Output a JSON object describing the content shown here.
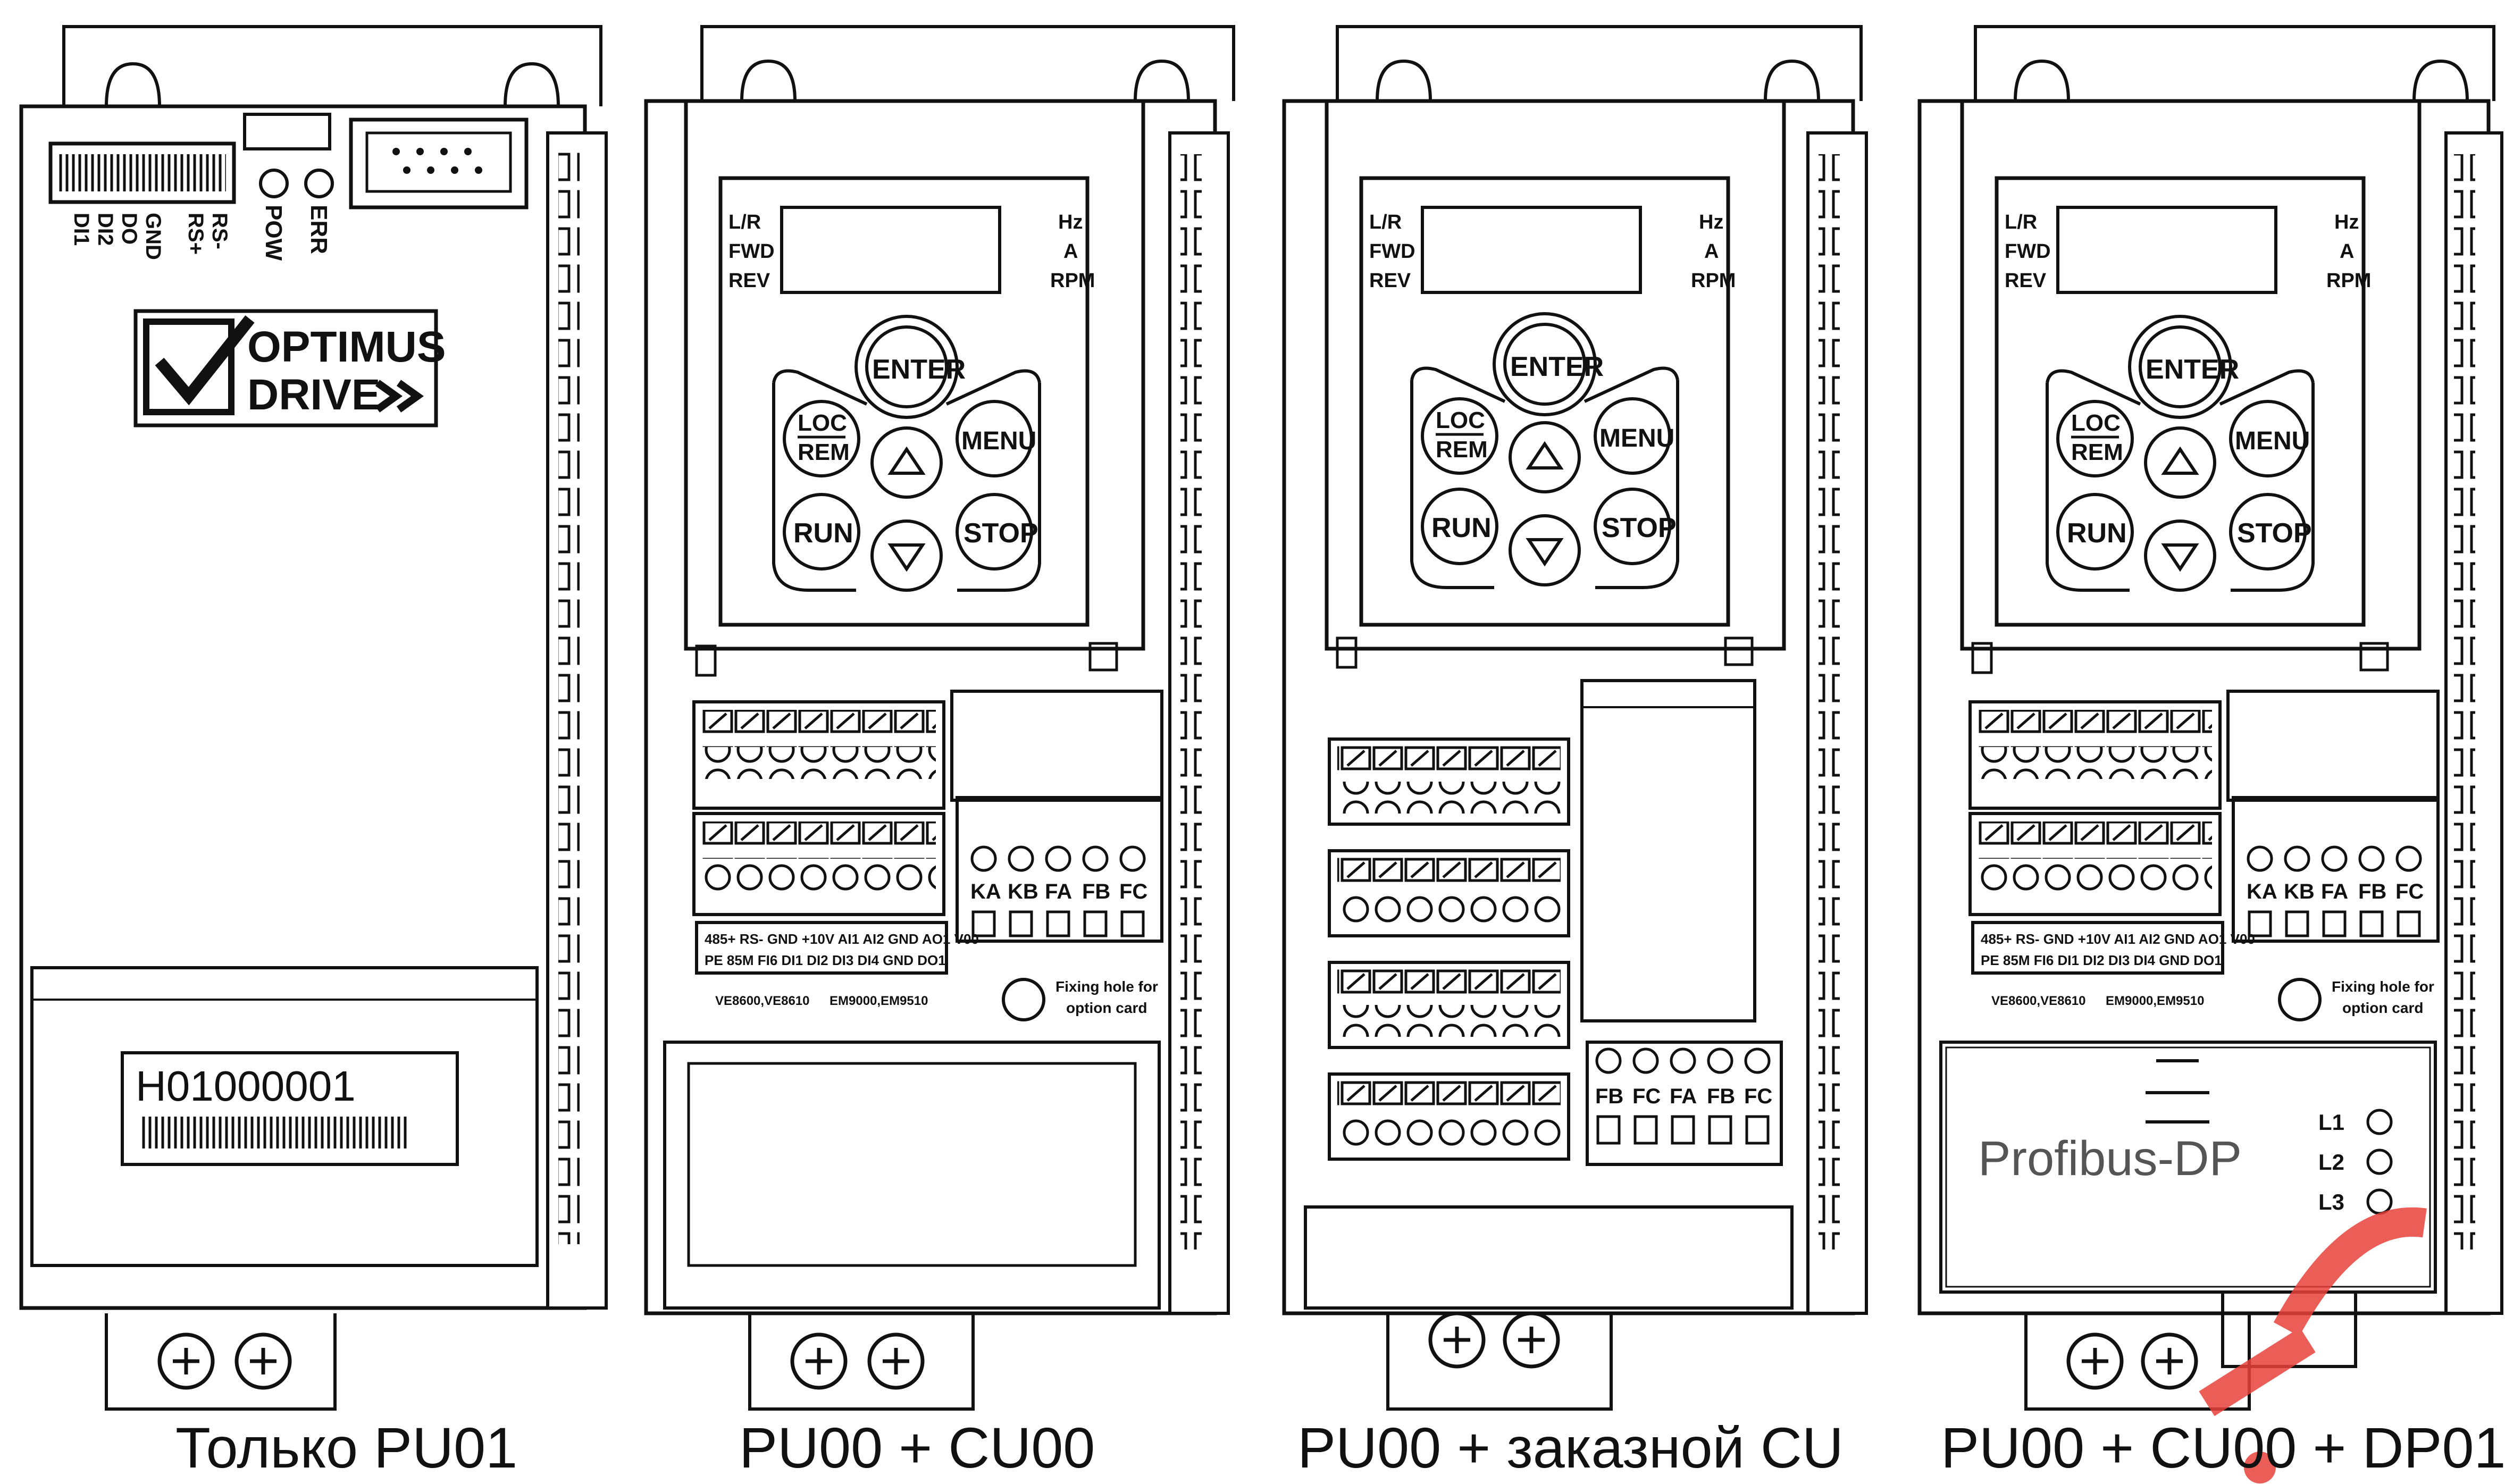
{
  "captions": [
    "Только PU01",
    "PU00 + CU00",
    "PU00 + заказной CU",
    "PU00 + CU00 + DP01"
  ],
  "pu01": {
    "terminal_labels": [
      "DI1",
      "DI2",
      "DO",
      "GND",
      "RS+",
      "RS-"
    ],
    "led_labels": [
      "POW",
      "ERR"
    ],
    "logo_line1": "OPTIMUS",
    "logo_line2": "DRIVE",
    "serial": "H01000001"
  },
  "keypad": {
    "left_indicators": [
      "L/R",
      "FWD",
      "REV"
    ],
    "right_indicators": [
      "Hz",
      "A",
      "RPM"
    ],
    "buttons": {
      "enter": "ENTER",
      "loc": "LOC",
      "rem": "REM",
      "menu": "MENU",
      "run": "RUN",
      "stop": "STOP"
    }
  },
  "relay_labels_a": [
    "KA",
    "KB",
    "FA",
    "FB",
    "FC"
  ],
  "relay_labels_b": [
    "FB",
    "FC",
    "FA",
    "FB",
    "FC"
  ],
  "control_labels": {
    "row1": "485+ RS- GND +10V AI1 AI2 GND AO1 V00",
    "row2": "PE 85M FI6 DI1 DI2 DI3 DI4 GND DO1",
    "row3a": "VE8600,VE8610",
    "row3b": "EM9000,EM9510"
  },
  "fixing_hole": [
    "Fixing hole for",
    "option card"
  ],
  "dp01": {
    "title": "Profibus-DP",
    "leds": [
      "L1",
      "L2",
      "L3"
    ]
  },
  "colors": {
    "line": "#111111",
    "bg": "#ffffff",
    "watermark": "#e8413a"
  }
}
